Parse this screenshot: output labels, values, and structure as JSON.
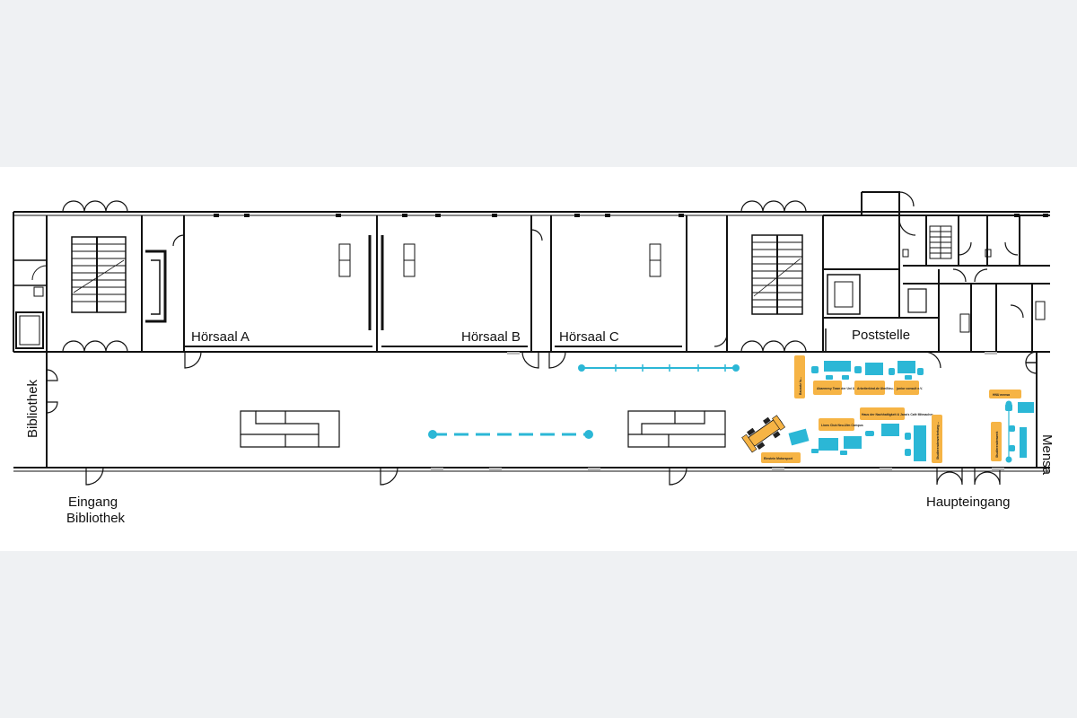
{
  "rooms": {
    "hoersaal_a": "Hörsaal A",
    "hoersaal_b": "Hörsaal B",
    "hoersaal_c": "Hörsaal C",
    "poststelle": "Poststelle",
    "bibliothek": "Bibliothek",
    "mensa": "Mensa"
  },
  "entrances": {
    "library_line1": "Eingang",
    "library_line2": "Bibliothek",
    "main": "Haupteingang"
  },
  "exhibitors": [
    {
      "id": "v1",
      "text": "Bausatz fu..."
    },
    {
      "id": "t1",
      "text": "Akaemesy Team der Uni Ulm"
    },
    {
      "id": "t2",
      "text": "Arbeiterkind.de Ulm/Neu-Ulm"
    },
    {
      "id": "t3",
      "text": "junior consult e.V."
    },
    {
      "id": "t4",
      "text": "Lions Club Neu-Ulm Campus"
    },
    {
      "id": "t5",
      "text": "Haus der Nachhaltigkeit & Jana's Café Mitmacher"
    },
    {
      "id": "v2",
      "text": "Studierendenvertretung ..."
    },
    {
      "id": "t6",
      "text": "Einstein Motorsport"
    },
    {
      "id": "t7",
      "text": "HNU mensa"
    },
    {
      "id": "v3",
      "text": "Studierendenwerk"
    }
  ],
  "colors": {
    "walls": "#111111",
    "furniture": "#2bb7d6",
    "labels": "#f6b445",
    "background": "#eff1f3",
    "plan_background": "#ffffff"
  }
}
